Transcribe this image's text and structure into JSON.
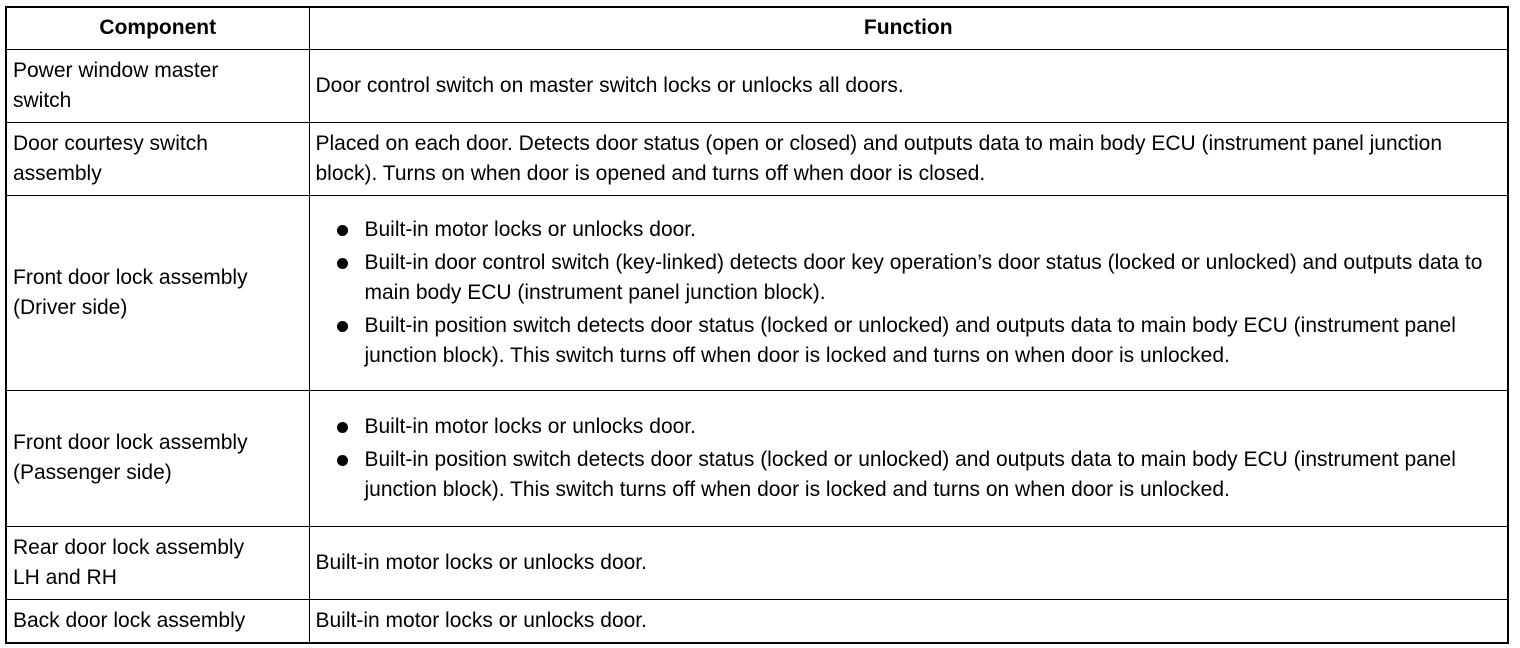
{
  "table": {
    "headers": {
      "component": "Component",
      "function": "Function"
    },
    "rows": [
      {
        "component": "Power window master\nswitch",
        "function": "Door control switch on master switch locks or unlocks all doors."
      },
      {
        "component": "Door courtesy switch\nassembly",
        "function": "Placed on each door. Detects door status (open or closed) and outputs data to main body ECU (instrument panel junction block). Turns on when door is opened and turns off when door is closed."
      },
      {
        "component": "Front door lock assembly\n(Driver side)",
        "bullets": [
          "Built-in motor locks or unlocks door.",
          "Built-in door control switch (key-linked) detects door key operation’s door status (locked or unlocked) and outputs data to main body ECU (instrument panel junction block).",
          "Built-in position switch detects door status (locked or unlocked) and outputs data to main body ECU (instrument panel junction block). This switch turns off when door is locked and turns on when door is unlocked."
        ]
      },
      {
        "component": "Front door lock assembly\n(Passenger side)",
        "bullets": [
          "Built-in motor locks or unlocks door.",
          "Built-in position switch detects door status (locked or unlocked) and outputs data to main body ECU (instrument panel junction block). This switch turns off when door is locked and turns on when door is unlocked."
        ]
      },
      {
        "component": "Rear door lock assembly\nLH and RH",
        "function": "Built-in motor locks or unlocks door."
      },
      {
        "component": "Back door lock assembly",
        "function": "Built-in motor locks or unlocks door."
      }
    ]
  }
}
